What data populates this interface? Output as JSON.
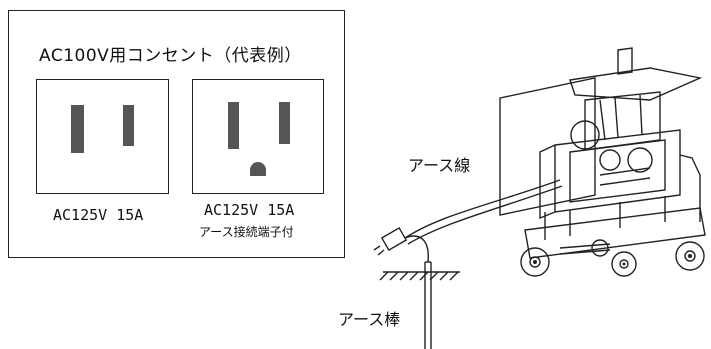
{
  "panel": {
    "title": "AC100V用コンセント（代表例）",
    "outlets": [
      {
        "rating": "AC125V 15A",
        "note": ""
      },
      {
        "rating": "AC125V 15A",
        "note": "アース接続端子付"
      }
    ]
  },
  "callouts": {
    "earth_wire": "アース線",
    "earth_rod": "アース棒"
  }
}
